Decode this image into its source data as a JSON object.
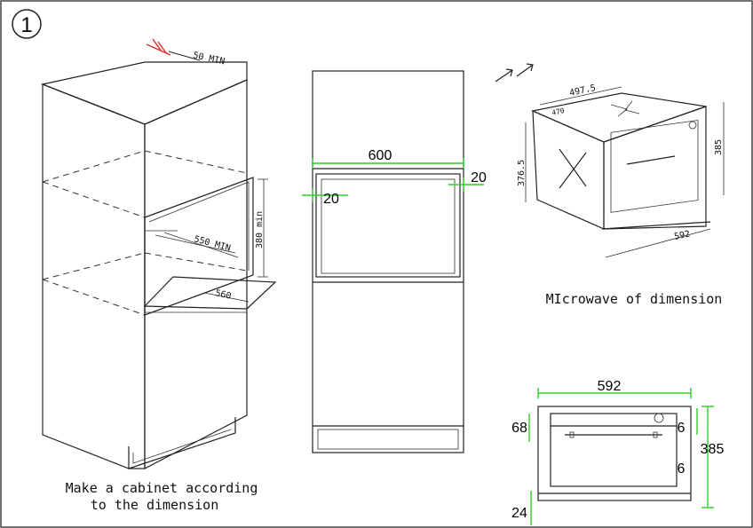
{
  "step_number": "1",
  "cabinet_iso": {
    "dim_top": "50 MIN",
    "dim_height": "380 min",
    "dim_depth": "550 MIN",
    "dim_width": "560",
    "caption_line1": "Make a cabinet according",
    "caption_line2": "to the dimension"
  },
  "cabinet_front": {
    "width": "600",
    "left_gap": "20",
    "right_gap": "20"
  },
  "microwave_iso": {
    "dim_depth_top": "497.5",
    "dim_inner": "470",
    "dim_height_side": "376.5",
    "dim_height_right": "385",
    "dim_width_bottom": "592",
    "caption": "MIcrowave of dimension"
  },
  "microwave_front": {
    "width": "592",
    "left_top": "68",
    "right_top": "6",
    "right_mid": "6",
    "height": "385",
    "bottom": "24"
  },
  "colors": {
    "accent": "#2fcf2f",
    "line": "#222222"
  }
}
